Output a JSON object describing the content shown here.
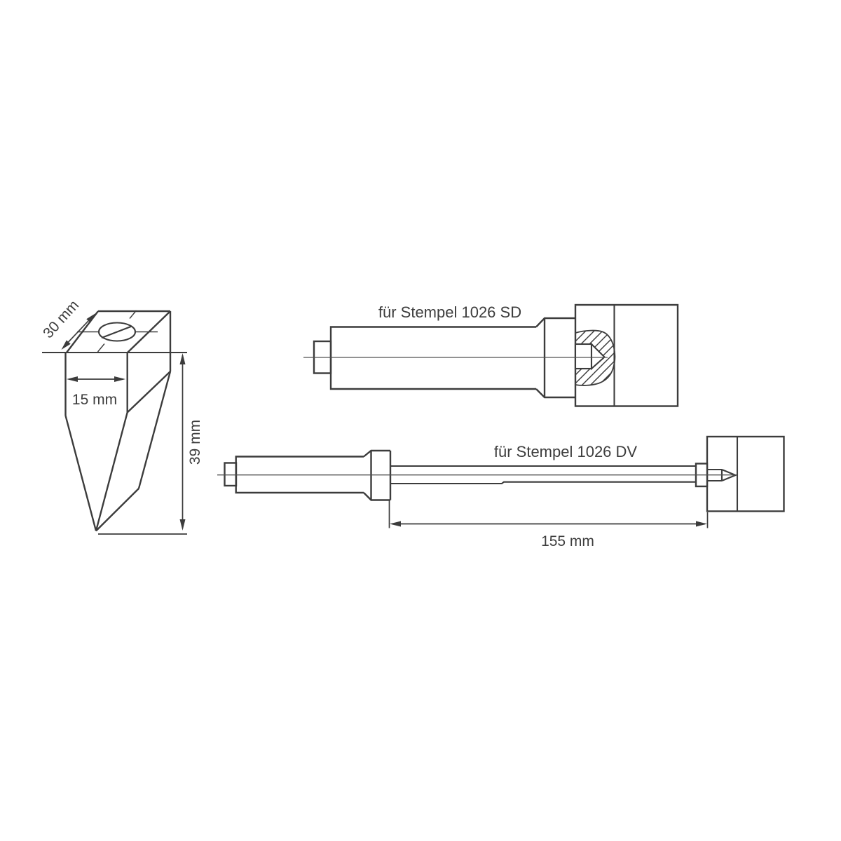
{
  "colors": {
    "bg": "#ffffff",
    "line": "#3c3c3c",
    "centerline": "#505050",
    "text": "#3d3d3d"
  },
  "diagram": {
    "wedge": {
      "label_depth": "30 mm",
      "label_width": "15 mm",
      "label_height": "39 mm"
    },
    "sd": {
      "title": "für Stempel 1026 SD"
    },
    "dv": {
      "title": "für Stempel 1026 DV",
      "label_length": "155 mm"
    }
  }
}
